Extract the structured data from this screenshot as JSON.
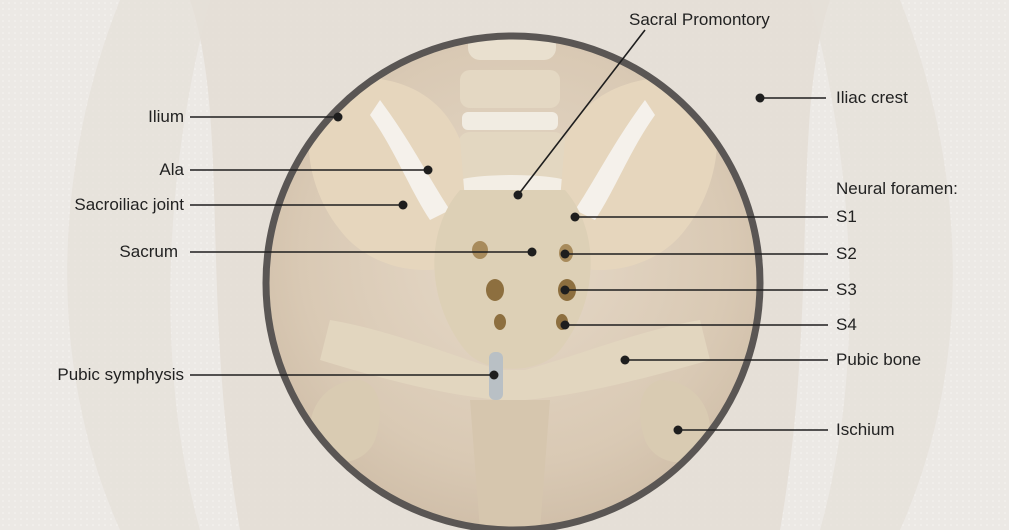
{
  "labels": {
    "ilium": "Ilium",
    "ala": "Ala",
    "sacroiliac_joint": "Sacroiliac joint",
    "sacrum": "Sacrum",
    "pubic_symphysis": "Pubic symphysis",
    "sacral_promontory": "Sacral Promontory",
    "iliac_crest": "Iliac crest",
    "neural_foramen": "Neural foramen:",
    "s1": "S1",
    "s2": "S2",
    "s3": "S3",
    "s4": "S4",
    "pubic_bone": "Pubic bone",
    "ischium": "Ischium"
  },
  "colors": {
    "background": "#ece9e5",
    "ring": "#5a5654",
    "bone": "#d8cdb8",
    "leader_line": "#1e1e1e"
  }
}
